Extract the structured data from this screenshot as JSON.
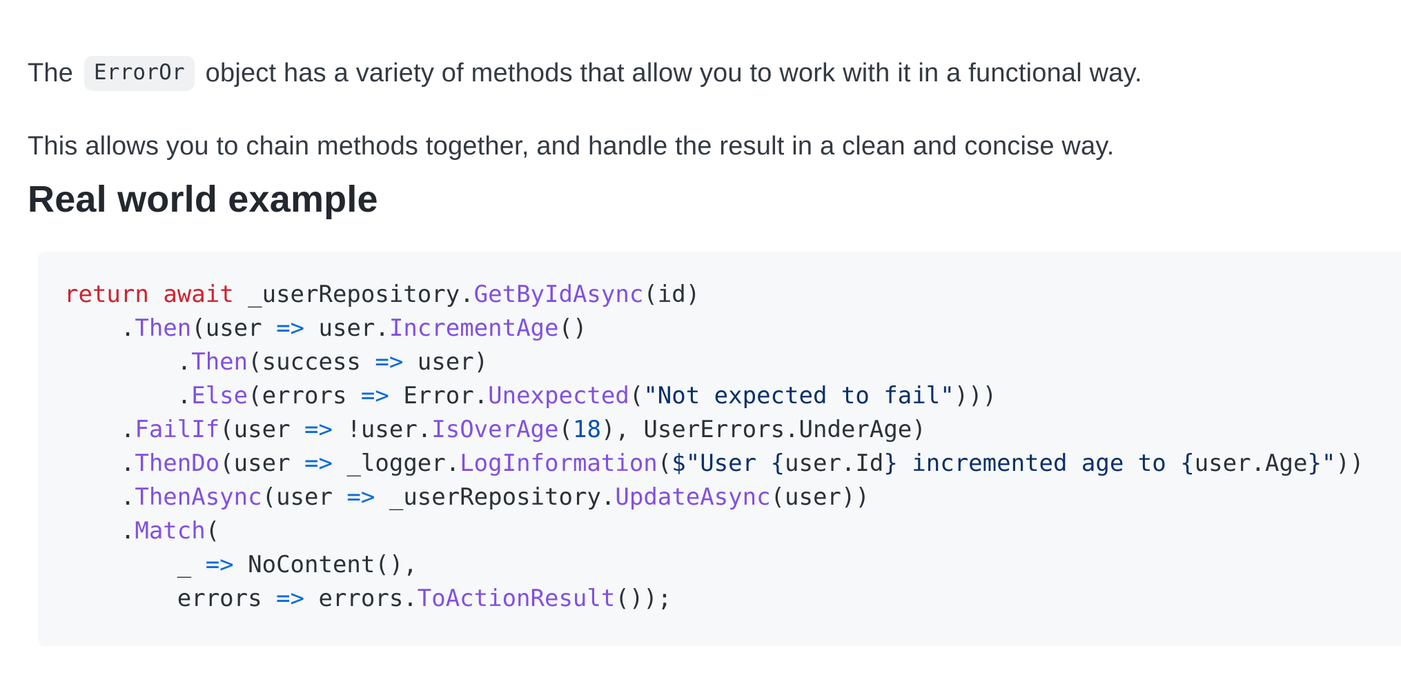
{
  "page": {
    "paragraph1": {
      "before": "The",
      "code": "ErrorOr",
      "after": "object has a variety of methods that allow you to work with it in a functional way."
    },
    "paragraph2": "This allows you to chain methods together, and handle the result in a clean and concise way.",
    "heading": "Real world example"
  },
  "code_block": {
    "language": "csharp",
    "lines": [
      [
        [
          "k",
          "return"
        ],
        [
          "d",
          " "
        ],
        [
          "k",
          "await"
        ],
        [
          "d",
          " _userRepository."
        ],
        [
          "f",
          "GetByIdAsync"
        ],
        [
          "d",
          "(id)"
        ]
      ],
      [
        [
          "d",
          "    ."
        ],
        [
          "f",
          "Then"
        ],
        [
          "d",
          "(user "
        ],
        [
          "a",
          "=>"
        ],
        [
          "d",
          " user."
        ],
        [
          "f",
          "IncrementAge"
        ],
        [
          "d",
          "()"
        ]
      ],
      [
        [
          "d",
          "        ."
        ],
        [
          "f",
          "Then"
        ],
        [
          "d",
          "(success "
        ],
        [
          "a",
          "=>"
        ],
        [
          "d",
          " user)"
        ]
      ],
      [
        [
          "d",
          "        ."
        ],
        [
          "f",
          "Else"
        ],
        [
          "d",
          "(errors "
        ],
        [
          "a",
          "=>"
        ],
        [
          "d",
          " Error."
        ],
        [
          "f",
          "Unexpected"
        ],
        [
          "d",
          "("
        ],
        [
          "s",
          "\"Not expected to fail\""
        ],
        [
          "d",
          ")))"
        ]
      ],
      [
        [
          "d",
          "    ."
        ],
        [
          "f",
          "FailIf"
        ],
        [
          "d",
          "(user "
        ],
        [
          "a",
          "=>"
        ],
        [
          "d",
          " !user."
        ],
        [
          "f",
          "IsOverAge"
        ],
        [
          "d",
          "("
        ],
        [
          "n",
          "18"
        ],
        [
          "d",
          "), UserErrors.UnderAge)"
        ]
      ],
      [
        [
          "d",
          "    ."
        ],
        [
          "f",
          "ThenDo"
        ],
        [
          "d",
          "(user "
        ],
        [
          "a",
          "=>"
        ],
        [
          "d",
          " _logger."
        ],
        [
          "f",
          "LogInformation"
        ],
        [
          "d",
          "("
        ],
        [
          "s",
          "$\"User {"
        ],
        [
          "d",
          "user.Id"
        ],
        [
          "s",
          "}"
        ],
        [
          "s",
          " incremented age to "
        ],
        [
          "s",
          "{"
        ],
        [
          "d",
          "user.Age"
        ],
        [
          "s",
          "}\""
        ],
        [
          "d",
          "))"
        ]
      ],
      [
        [
          "d",
          "    ."
        ],
        [
          "f",
          "ThenAsync"
        ],
        [
          "d",
          "(user "
        ],
        [
          "a",
          "=>"
        ],
        [
          "d",
          " _userRepository."
        ],
        [
          "f",
          "UpdateAsync"
        ],
        [
          "d",
          "(user))"
        ]
      ],
      [
        [
          "d",
          "    ."
        ],
        [
          "f",
          "Match"
        ],
        [
          "d",
          "("
        ]
      ],
      [
        [
          "d",
          "        _ "
        ],
        [
          "a",
          "=>"
        ],
        [
          "d",
          " NoContent(),"
        ]
      ],
      [
        [
          "d",
          "        errors "
        ],
        [
          "a",
          "=>"
        ],
        [
          "d",
          " errors."
        ],
        [
          "f",
          "ToActionResult"
        ],
        [
          "d",
          "());"
        ]
      ]
    ]
  },
  "colors": {
    "chip-bg": "#eff1f3",
    "code-bg": "#f6f8fa",
    "tok-default": "#2b3138",
    "tok-keyword": "#cf222e",
    "tok-function": "#8250df",
    "tok-string": "#0a3069",
    "tok-operator": "#0969da",
    "tok-number": "#0550ae"
  }
}
